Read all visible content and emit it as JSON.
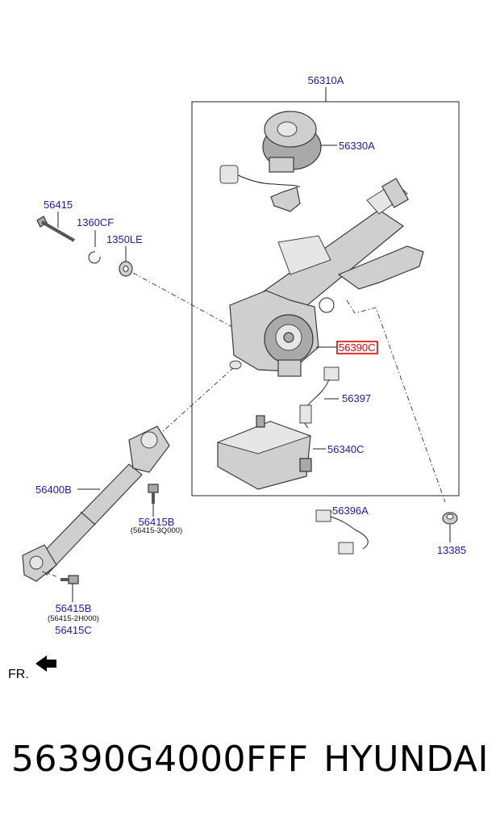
{
  "diagram": {
    "labels": {
      "l56310A": "56310A",
      "l56330A": "56330A",
      "l56415": "56415",
      "l1360CF": "1360CF",
      "l1350LE": "1350LE",
      "l56390C": "56390C",
      "l56397": "56397",
      "l56340C": "56340C",
      "l56400B": "56400B",
      "l56415B_top": "56415B",
      "l56415B_top_sub": "(56415-3Q000)",
      "l56396A": "56396A",
      "l13385": "13385",
      "l56415B_bot": "56415B",
      "l56415B_bot_sub": "(56415-2H000)",
      "l56415C": "56415C",
      "fr": "FR."
    },
    "highlight_color": "#e00000",
    "label_color": "#1a1aa6"
  },
  "footer": {
    "part_number": "56390G4000FFF",
    "brand": "HYUNDAI"
  }
}
